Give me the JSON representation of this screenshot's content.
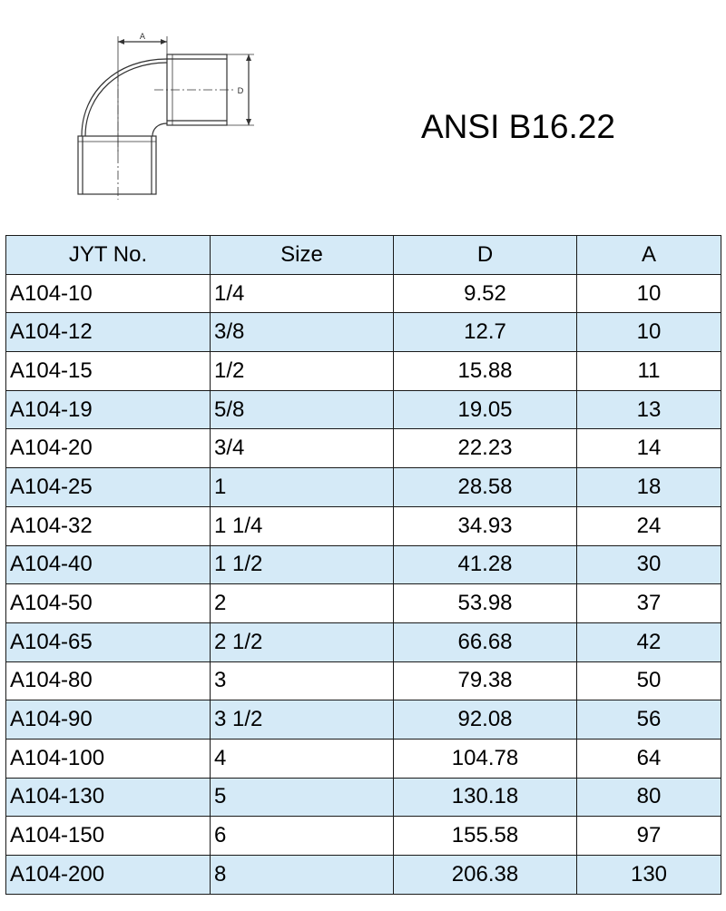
{
  "drawing": {
    "dimension_labels": [
      "A",
      "D"
    ]
  },
  "title": "ANSI B16.22",
  "table": {
    "headers": [
      "JYT No.",
      "Size",
      "D",
      "A"
    ],
    "rows": [
      {
        "no": "A104-10",
        "size": " 1/4",
        "d": "9.52",
        "a": "10"
      },
      {
        "no": "A104-12",
        "size": " 3/8",
        "d": "12.7",
        "a": "10"
      },
      {
        "no": "A104-15",
        "size": " 1/2",
        "d": "15.88",
        "a": "11"
      },
      {
        "no": "A104-19",
        "size": " 5/8",
        "d": "19.05",
        "a": "13"
      },
      {
        "no": "A104-20",
        "size": " 3/4",
        "d": "22.23",
        "a": "14"
      },
      {
        "no": "A104-25",
        "size": "1",
        "d": "28.58",
        "a": "18"
      },
      {
        "no": "A104-32",
        "size": "1 1/4",
        "d": "34.93",
        "a": "24"
      },
      {
        "no": "A104-40",
        "size": "1 1/2",
        "d": "41.28",
        "a": "30"
      },
      {
        "no": "A104-50",
        "size": "2",
        "d": "53.98",
        "a": "37"
      },
      {
        "no": "A104-65",
        "size": "2 1/2",
        "d": "66.68",
        "a": "42"
      },
      {
        "no": "A104-80",
        "size": "3",
        "d": "79.38",
        "a": "50"
      },
      {
        "no": "A104-90",
        "size": "3 1/2",
        "d": "92.08",
        "a": "56"
      },
      {
        "no": "A104-100",
        "size": "4",
        "d": "104.78",
        "a": "64"
      },
      {
        "no": "A104-130",
        "size": "5",
        "d": "130.18",
        "a": "80"
      },
      {
        "no": "A104-150",
        "size": "6",
        "d": "155.58",
        "a": "97"
      },
      {
        "no": "A104-200",
        "size": "8",
        "d": "206.38",
        "a": "130"
      }
    ]
  }
}
